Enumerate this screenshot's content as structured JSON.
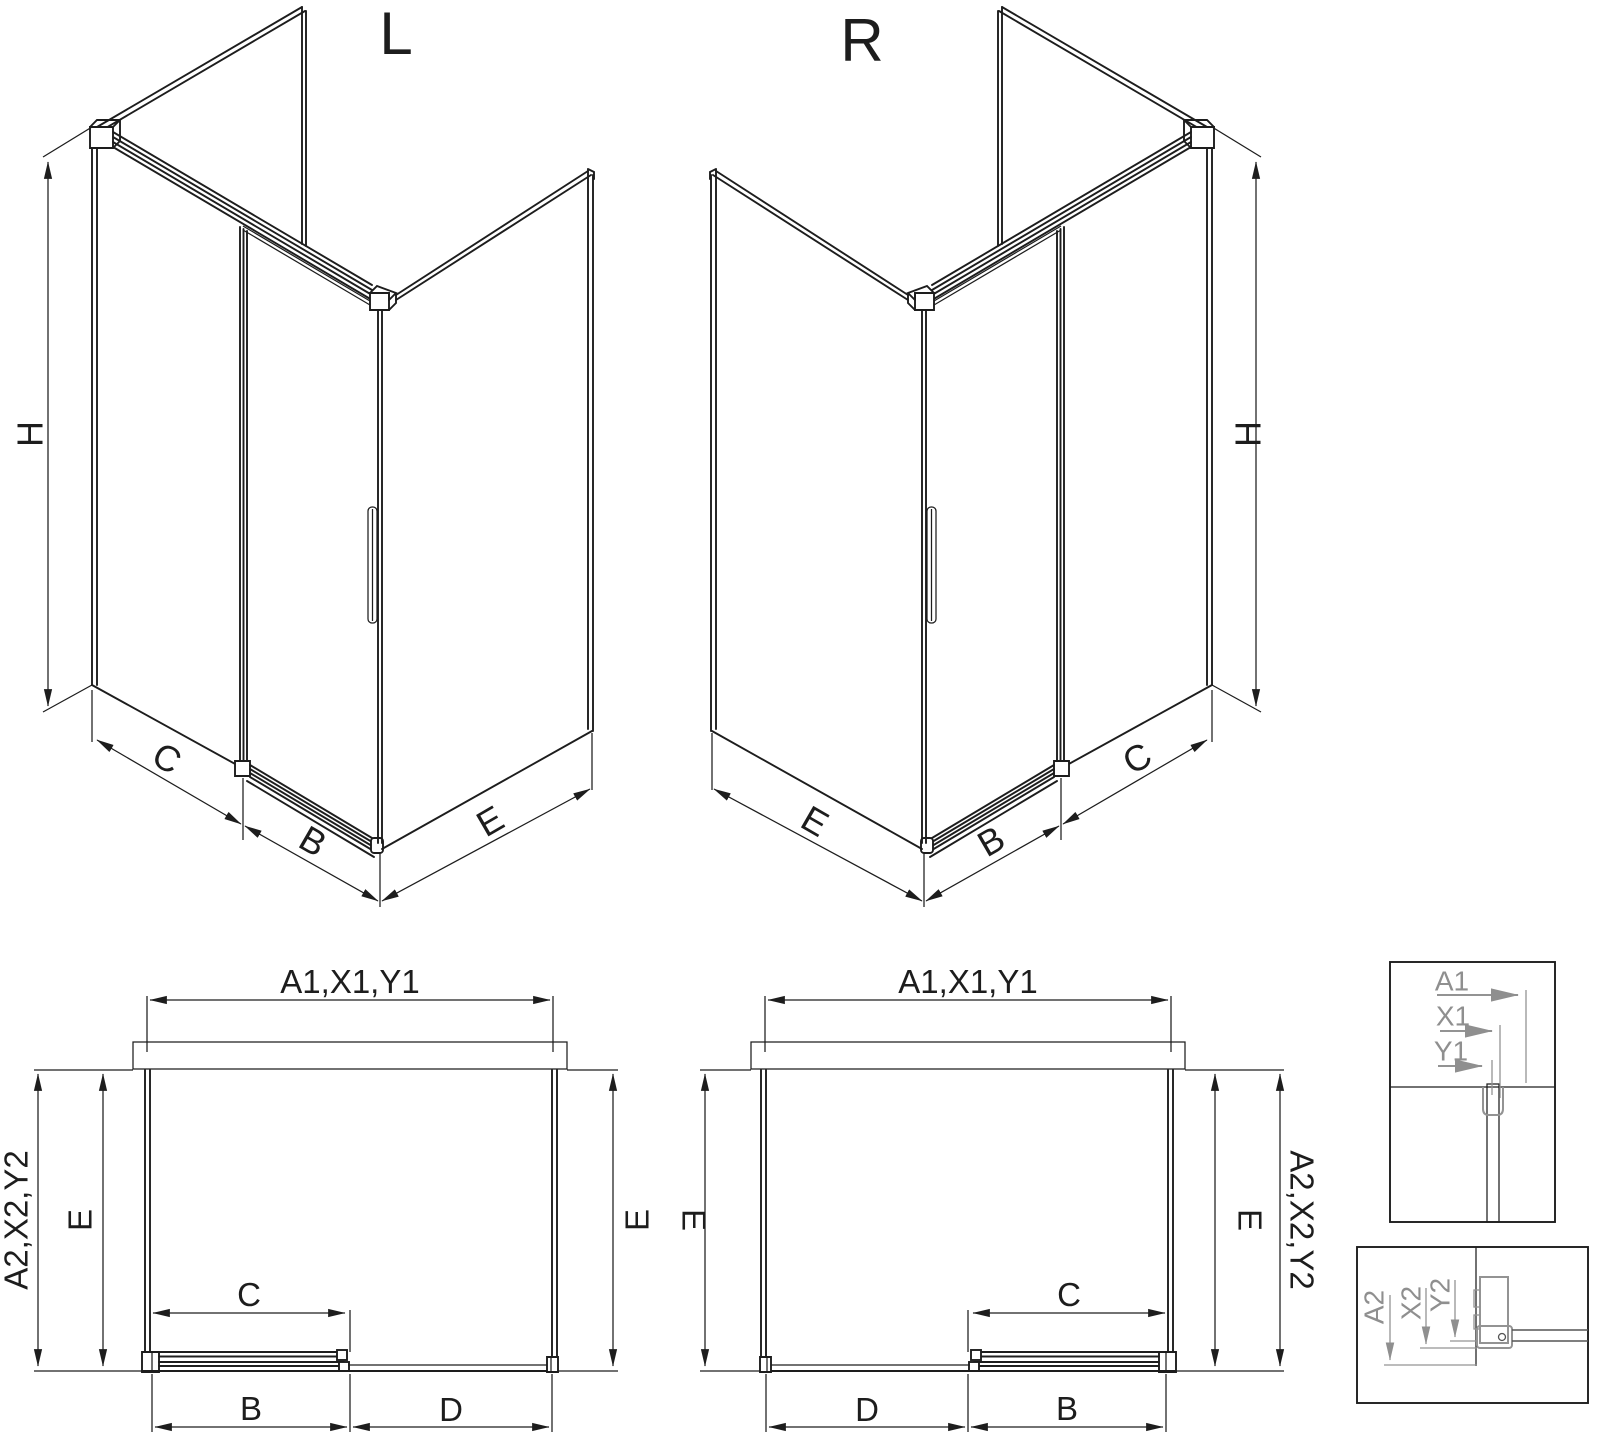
{
  "iso_left": {
    "title": "L",
    "dim_h": "H",
    "dim_c": "C",
    "dim_b": "B",
    "dim_e": "E"
  },
  "iso_right": {
    "title": "R",
    "dim_h": "H",
    "dim_c": "C",
    "dim_b": "B",
    "dim_e": "E"
  },
  "plan_left": {
    "dim_top": "A1,X1,Y1",
    "dim_side": "A2,X2,Y2",
    "dim_e_left": "E",
    "dim_e_right": "E",
    "dim_c": "C",
    "dim_b": "B",
    "dim_d": "D"
  },
  "plan_right": {
    "dim_top": "A1,X1,Y1",
    "dim_side": "A2,X2,Y2",
    "dim_e_left": "E",
    "dim_e_right": "E",
    "dim_c": "C",
    "dim_b": "B",
    "dim_d": "D"
  },
  "detail_top": {
    "row1": "A1",
    "row2": "X1",
    "row3": "Y1"
  },
  "detail_bottom": {
    "row1": "A2",
    "row2": "X2",
    "row3": "Y2"
  },
  "colors": {
    "line": "#1d1d1d",
    "muted": "#8f8f8f",
    "background": "#ffffff"
  }
}
